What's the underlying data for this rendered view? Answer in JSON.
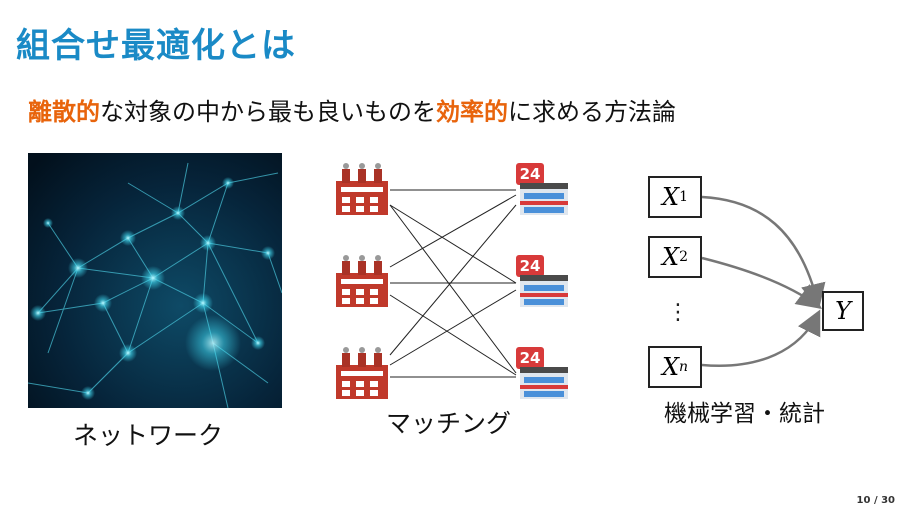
{
  "title": "組合せ最適化とは",
  "subtitle": {
    "part1": "離散的",
    "part2": "な対象の中から最も良いものを",
    "part3": "効率的",
    "part4": "に求める方法論"
  },
  "captions": {
    "network": "ネットワーク",
    "matching": "マッチング",
    "ml": "機械学習・統計"
  },
  "ml_diagram": {
    "x1": {
      "var": "X",
      "sub": "1"
    },
    "x2": {
      "var": "X",
      "sub": "2"
    },
    "xn": {
      "var": "X",
      "sub": "n"
    },
    "y": "Y",
    "dots": "⋮"
  },
  "matching": {
    "store_badge": "24"
  },
  "colors": {
    "title": "#1a8ac6",
    "highlight": "#e8640c",
    "factory": "#c0392b",
    "store_blue": "#4a90d9"
  },
  "page_number": "10 / 30"
}
